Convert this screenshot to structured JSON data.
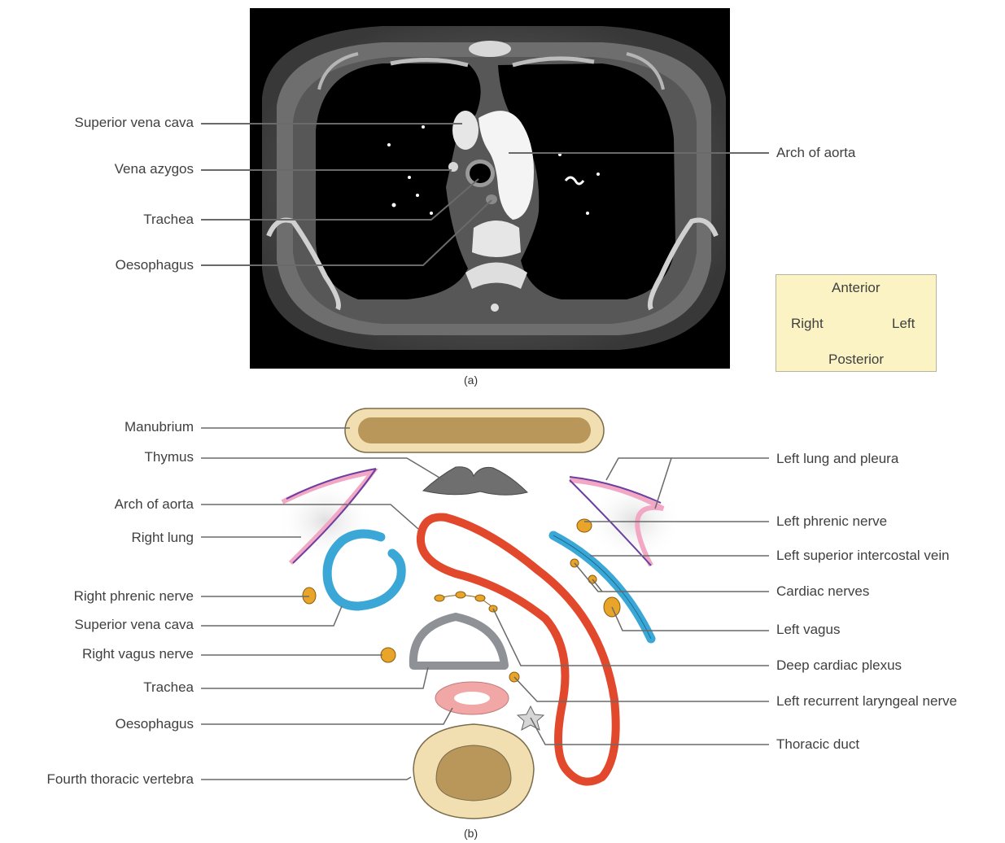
{
  "panel_a": {
    "caption": "(a)",
    "labels": {
      "svc": "Superior vena cava",
      "azygos": "Vena azygos",
      "trachea": "Trachea",
      "oesophagus": "Oesophagus",
      "arch": "Arch of aorta"
    },
    "orientation": {
      "anterior": "Anterior",
      "posterior": "Posterior",
      "right": "Right",
      "left": "Left"
    }
  },
  "panel_b": {
    "caption": "(b)",
    "left_labels": {
      "manubrium": "Manubrium",
      "thymus": "Thymus",
      "arch": "Arch of aorta",
      "right_lung": "Right lung",
      "right_phrenic": "Right phrenic nerve",
      "svc": "Superior vena cava",
      "right_vagus": "Right vagus nerve",
      "trachea": "Trachea",
      "oesophagus": "Oesophagus",
      "vertebra": "Fourth thoracic vertebra"
    },
    "right_labels": {
      "left_lung": "Left lung and pleura",
      "left_phrenic": "Left phrenic nerve",
      "intercostal": "Left superior intercostal vein",
      "cardiac_nerves": "Cardiac nerves",
      "left_vagus": "Left vagus",
      "deep_plexus": "Deep cardiac plexus",
      "recurrent": "Left recurrent laryngeal nerve",
      "thoracic_duct": "Thoracic duct"
    }
  },
  "colors": {
    "ct_background": "#000000",
    "aorta": "#e2492c",
    "svc": "#3aa7d6",
    "nerve": "#e9a52a",
    "bone": "#f1dfb1",
    "marrow": "#b99659",
    "lung_pink": "#f2a7c4",
    "pleura_purple": "#6b3fa0",
    "orientation_box": "#fbf3c4",
    "orientation_cross": "#a0291c"
  }
}
